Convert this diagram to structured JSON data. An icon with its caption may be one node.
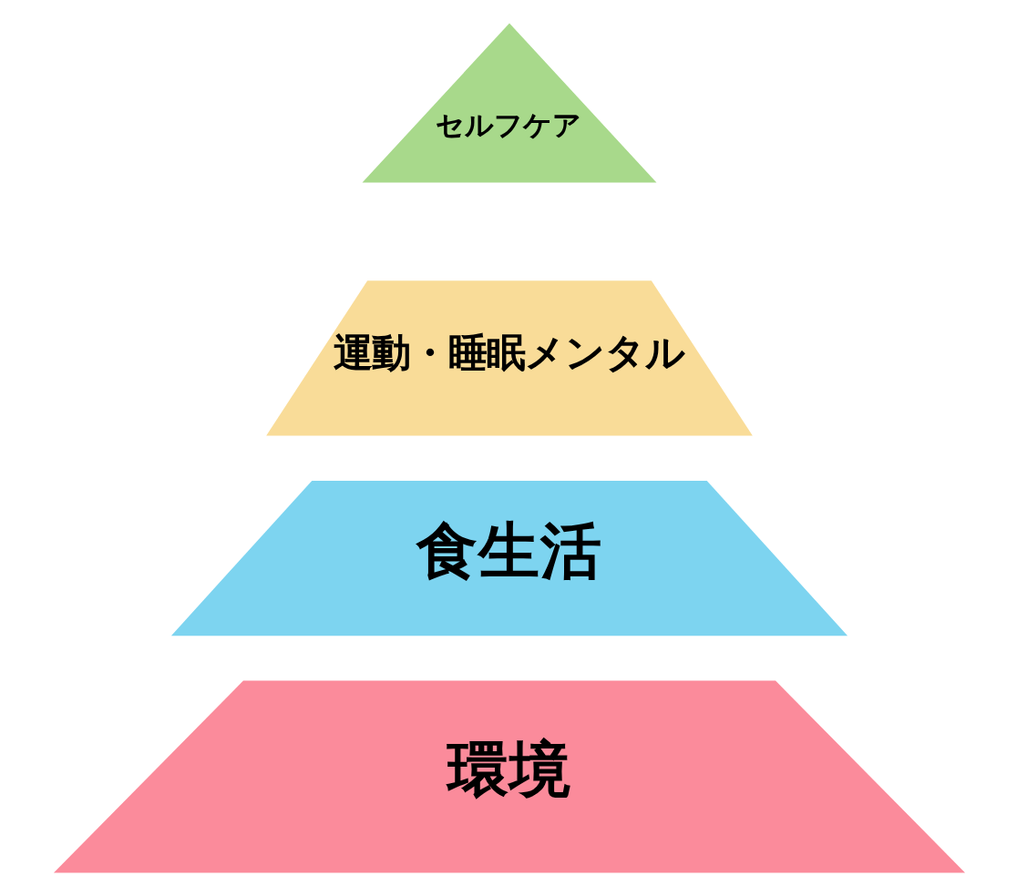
{
  "diagram": {
    "nodes": [
      {
        "text": [
          "セルフケア"
        ]
      },
      {
        "text": [
          "運動・睡眠メンタル"
        ]
      },
      {
        "text": [
          "食生活"
        ]
      },
      {
        "text": [
          "環境"
        ]
      }
    ]
  }
}
